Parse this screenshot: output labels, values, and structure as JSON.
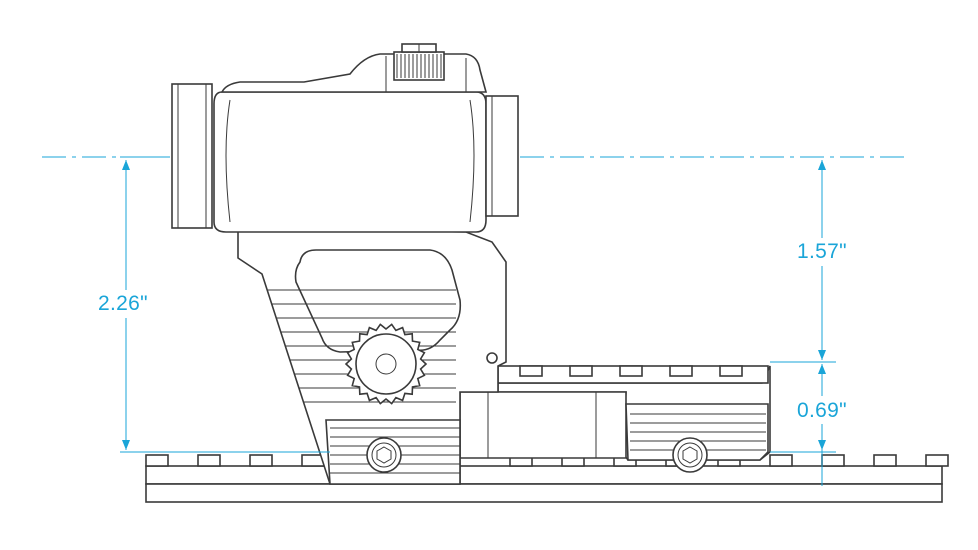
{
  "colors": {
    "dimension": "#1aa5d8",
    "outline": "#3a3a3a",
    "background": "#ffffff"
  },
  "dimensions": {
    "total_height": "2.26\"",
    "optic_height": "1.57\"",
    "riser_height": "0.69\""
  }
}
